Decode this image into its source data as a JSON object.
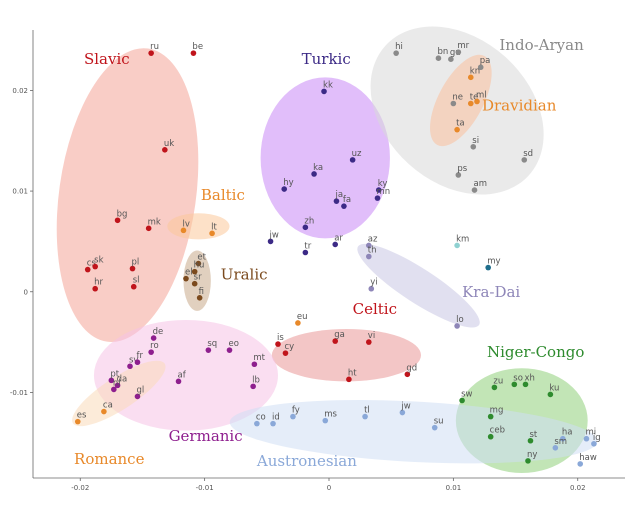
{
  "chart_data": {
    "type": "scatter",
    "xlim": [
      -0.0238,
      0.0238
    ],
    "ylim": [
      -0.0185,
      0.026
    ],
    "x_ticks": [
      -0.02,
      -0.01,
      0,
      0.01,
      0.02
    ],
    "x_tick_labels": [
      "-0.02",
      "-0.01",
      "0",
      "0.01",
      "0.02"
    ],
    "y_ticks": [
      -0.01,
      0,
      0.01,
      0.02
    ],
    "y_tick_labels": [
      "-0.01",
      "0",
      "0.01",
      "0.02"
    ],
    "grid": false,
    "families": [
      {
        "name": "Slavic",
        "color": "#c0141b",
        "fill": "#f4a497",
        "label": {
          "x": -0.0197,
          "y": 0.0226
        },
        "ellipse": {
          "cx": -0.0162,
          "cy": 0.0096,
          "rx": 0.0055,
          "ry": 0.0147,
          "rot": 8
        },
        "points": [
          {
            "label": "ru",
            "x": -0.0143,
            "y": 0.0237
          },
          {
            "label": "be",
            "x": -0.0109,
            "y": 0.0237
          },
          {
            "label": "uk",
            "x": -0.0132,
            "y": 0.0141
          },
          {
            "label": "bg",
            "x": -0.017,
            "y": 0.0071
          },
          {
            "label": "mk",
            "x": -0.0145,
            "y": 0.0063
          },
          {
            "label": "cs",
            "x": -0.0194,
            "y": 0.0022
          },
          {
            "label": "sk",
            "x": -0.0188,
            "y": 0.0025
          },
          {
            "label": "pl",
            "x": -0.0158,
            "y": 0.0023
          },
          {
            "label": "hr",
            "x": -0.0188,
            "y": 0.0003
          },
          {
            "label": "sl",
            "x": -0.0157,
            "y": 0.0005
          }
        ]
      },
      {
        "name": "Baltic",
        "color": "#e8892a",
        "fill": "#fbc99a",
        "label": {
          "x": -0.0103,
          "y": 0.0091
        },
        "ellipse": {
          "cx": -0.0105,
          "cy": 0.0065,
          "rx": 0.0025,
          "ry": 0.0013,
          "rot": 0
        },
        "points": [
          {
            "label": "lv",
            "x": -0.0117,
            "y": 0.0061
          },
          {
            "label": "lt",
            "x": -0.0094,
            "y": 0.0058
          }
        ]
      },
      {
        "name": "Uralic",
        "color": "#7b4a1e",
        "fill": "#c8a98a",
        "label": {
          "x": -0.0087,
          "y": 0.0012
        },
        "ellipse": {
          "cx": -0.0106,
          "cy": 0.0011,
          "rx": 0.0011,
          "ry": 0.003,
          "rot": 0
        },
        "points": [
          {
            "label": "et",
            "x": -0.0105,
            "y": 0.0028
          },
          {
            "label": "hu",
            "x": -0.0108,
            "y": 0.002
          },
          {
            "label": "el",
            "x": -0.0115,
            "y": 0.0013
          },
          {
            "label": "sr",
            "x": -0.0108,
            "y": 0.0008
          },
          {
            "label": "fi",
            "x": -0.0104,
            "y": -0.0006
          }
        ]
      },
      {
        "name": "Turkic",
        "color": "#3c2a86",
        "fill": "#c889f5",
        "label": {
          "x": -0.0022,
          "y": 0.0226
        },
        "ellipse": {
          "cx": -0.0003,
          "cy": 0.0133,
          "rx": 0.0052,
          "ry": 0.008,
          "rot": 0
        },
        "points": [
          {
            "label": "kk",
            "x": -0.0004,
            "y": 0.0199
          },
          {
            "label": "uz",
            "x": 0.0019,
            "y": 0.0131
          },
          {
            "label": "ka",
            "x": -0.0012,
            "y": 0.0117
          },
          {
            "label": "hy",
            "x": -0.0036,
            "y": 0.0102
          },
          {
            "label": "ky",
            "x": 0.004,
            "y": 0.0101
          },
          {
            "label": "mn",
            "x": 0.0039,
            "y": 0.0093
          },
          {
            "label": "ja",
            "x": 0.0006,
            "y": 0.009
          },
          {
            "label": "fa",
            "x": 0.0012,
            "y": 0.0085
          },
          {
            "label": "zh",
            "x": -0.0019,
            "y": 0.0064
          },
          {
            "label": "ar",
            "x": 0.0005,
            "y": 0.0047
          },
          {
            "label": "tr",
            "x": -0.0019,
            "y": 0.0039
          },
          {
            "label": "jw",
            "x": -0.0047,
            "y": 0.005
          }
        ]
      },
      {
        "name": "Indo-Aryan",
        "color": "#8a8a8a",
        "fill": "#d9d9d9",
        "label": {
          "x": 0.0137,
          "y": 0.024
        },
        "ellipse": {
          "cx": 0.0103,
          "cy": 0.018,
          "rx": 0.0058,
          "ry": 0.0096,
          "rot": -48
        },
        "points": [
          {
            "label": "hi",
            "x": 0.0054,
            "y": 0.0237
          },
          {
            "label": "bn",
            "x": 0.0088,
            "y": 0.0232
          },
          {
            "label": "gu",
            "x": 0.0098,
            "y": 0.0231
          },
          {
            "label": "mr",
            "x": 0.0104,
            "y": 0.0238
          },
          {
            "label": "pa",
            "x": 0.0122,
            "y": 0.0223
          },
          {
            "label": "ne",
            "x": 0.01,
            "y": 0.0187
          },
          {
            "label": "si",
            "x": 0.0116,
            "y": 0.0144
          },
          {
            "label": "sd",
            "x": 0.0157,
            "y": 0.0131
          },
          {
            "label": "ps",
            "x": 0.0104,
            "y": 0.0116
          },
          {
            "label": "am",
            "x": 0.0117,
            "y": 0.0101
          }
        ]
      },
      {
        "name": "Dravidian",
        "color": "#e8892a",
        "fill": "#f9c09c",
        "label": {
          "x": 0.0123,
          "y": 0.018
        },
        "ellipse": {
          "cx": 0.0106,
          "cy": 0.019,
          "rx": 0.0018,
          "ry": 0.005,
          "rot": 28
        },
        "points": [
          {
            "label": "kn",
            "x": 0.0114,
            "y": 0.0213
          },
          {
            "label": "te",
            "x": 0.0114,
            "y": 0.0187
          },
          {
            "label": "ml",
            "x": 0.0119,
            "y": 0.0189
          },
          {
            "label": "ta",
            "x": 0.0103,
            "y": 0.0161
          }
        ]
      },
      {
        "name": "Kra-Dai",
        "color": "#8e86b8",
        "fill": "#c9c6e4",
        "label": {
          "x": 0.0107,
          "y": -0.0005
        },
        "ellipse": {
          "cx": 0.0072,
          "cy": 0.0006,
          "rx": 0.0058,
          "ry": 0.0017,
          "rot": 33
        },
        "points": [
          {
            "label": "az",
            "x": 0.0032,
            "y": 0.0046
          },
          {
            "label": "th",
            "x": 0.0032,
            "y": 0.0035
          },
          {
            "label": "yi",
            "x": 0.0034,
            "y": 0.0003
          },
          {
            "label": "lo",
            "x": 0.0103,
            "y": -0.0034
          }
        ]
      },
      {
        "name": "Celtic",
        "color": "#c0141b",
        "fill": "#ea9797",
        "label": {
          "x": 0.0019,
          "y": -0.0022
        },
        "ellipse": {
          "cx": 0.0014,
          "cy": -0.0063,
          "rx": 0.006,
          "ry": 0.0026,
          "rot": 0
        },
        "points": [
          {
            "label": "ga",
            "x": 0.0005,
            "y": -0.0049
          },
          {
            "label": "vi",
            "x": 0.0032,
            "y": -0.005
          },
          {
            "label": "is",
            "x": -0.0041,
            "y": -0.0052
          },
          {
            "label": "cy",
            "x": -0.0035,
            "y": -0.0061
          },
          {
            "label": "ht",
            "x": 0.0016,
            "y": -0.0087
          },
          {
            "label": "gd",
            "x": 0.0063,
            "y": -0.0082
          }
        ]
      },
      {
        "name": "Germanic",
        "color": "#8e1f8e",
        "fill": "#f6c2e6",
        "label": {
          "x": -0.0129,
          "y": -0.0148
        },
        "ellipse": {
          "cx": -0.0115,
          "cy": -0.0083,
          "rx": 0.0074,
          "ry": 0.0055,
          "rot": 0
        },
        "points": [
          {
            "label": "de",
            "x": -0.0141,
            "y": -0.0046
          },
          {
            "label": "ro",
            "x": -0.0143,
            "y": -0.006
          },
          {
            "label": "sv",
            "x": -0.016,
            "y": -0.0074
          },
          {
            "label": "fr",
            "x": -0.0154,
            "y": -0.007
          },
          {
            "label": "af",
            "x": -0.0121,
            "y": -0.0089
          },
          {
            "label": "pt",
            "x": -0.0175,
            "y": -0.0088
          },
          {
            "label": "da",
            "x": -0.017,
            "y": -0.0093
          },
          {
            "label": "nl",
            "x": -0.0173,
            "y": -0.0097
          },
          {
            "label": "gl",
            "x": -0.0154,
            "y": -0.0104
          },
          {
            "label": "sq",
            "x": -0.0097,
            "y": -0.0058
          },
          {
            "label": "eo",
            "x": -0.008,
            "y": -0.0058
          },
          {
            "label": "mt",
            "x": -0.006,
            "y": -0.0072
          },
          {
            "label": "lb",
            "x": -0.0061,
            "y": -0.0094
          }
        ]
      },
      {
        "name": "Romance",
        "color": "#e8892a",
        "fill": "#f9dbb9",
        "label": {
          "x": -0.0205,
          "y": -0.0171
        },
        "ellipse": {
          "cx": -0.0169,
          "cy": -0.0101,
          "rx": 0.0044,
          "ry": 0.0016,
          "rot": -33
        },
        "points": [
          {
            "label": "es",
            "x": -0.0202,
            "y": -0.0129
          },
          {
            "label": "ca",
            "x": -0.0181,
            "y": -0.0119
          }
        ]
      },
      {
        "name": "Niger-Congo",
        "color": "#2e8b2e",
        "fill": "#8fd07a",
        "label": {
          "x": 0.0127,
          "y": -0.0065
        },
        "ellipse": {
          "cx": 0.0155,
          "cy": -0.0128,
          "rx": 0.0053,
          "ry": 0.0052,
          "rot": 0
        },
        "points": [
          {
            "label": "xh",
            "x": 0.0158,
            "y": -0.0092
          },
          {
            "label": "zu",
            "x": 0.0133,
            "y": -0.0095
          },
          {
            "label": "so",
            "x": 0.0149,
            "y": -0.0092
          },
          {
            "label": "ku",
            "x": 0.0178,
            "y": -0.0102
          },
          {
            "label": "sw",
            "x": 0.0107,
            "y": -0.0108
          },
          {
            "label": "mg",
            "x": 0.013,
            "y": -0.0124
          },
          {
            "label": "ceb",
            "x": 0.013,
            "y": -0.0144
          },
          {
            "label": "st",
            "x": 0.0162,
            "y": -0.0148
          },
          {
            "label": "ny",
            "x": 0.016,
            "y": -0.0168
          }
        ]
      },
      {
        "name": "Austronesian",
        "color": "#8aa8d8",
        "fill": "#cfdff4",
        "label": {
          "x": -0.0058,
          "y": -0.0173
        },
        "ellipse": {
          "cx": 0.0068,
          "cy": -0.0139,
          "rx": 0.0148,
          "ry": 0.003,
          "rot": 3
        },
        "points": [
          {
            "label": "co",
            "x": -0.0058,
            "y": -0.0131
          },
          {
            "label": "id",
            "x": -0.0045,
            "y": -0.0131
          },
          {
            "label": "fy",
            "x": -0.0029,
            "y": -0.0124
          },
          {
            "label": "ms",
            "x": -0.0003,
            "y": -0.0128
          },
          {
            "label": "tl",
            "x": 0.0029,
            "y": -0.0124
          },
          {
            "label": "jw",
            "x": 0.0059,
            "y": -0.012
          },
          {
            "label": "su",
            "x": 0.0085,
            "y": -0.0135
          },
          {
            "label": "ha",
            "x": 0.0188,
            "y": -0.0146
          },
          {
            "label": "sm",
            "x": 0.0182,
            "y": -0.0155
          },
          {
            "label": "mi",
            "x": 0.0207,
            "y": -0.0146
          },
          {
            "label": "ig",
            "x": 0.0213,
            "y": -0.0151
          },
          {
            "label": "haw",
            "x": 0.0202,
            "y": -0.0171
          }
        ]
      }
    ],
    "other_points": [
      {
        "label": "eu",
        "x": -0.0025,
        "y": -0.0031,
        "color": "#e8892a"
      },
      {
        "label": "km",
        "x": 0.0103,
        "y": 0.0046,
        "color": "#8fd1d1"
      },
      {
        "label": "my",
        "x": 0.0128,
        "y": 0.0024,
        "color": "#1f6e8c"
      }
    ]
  }
}
